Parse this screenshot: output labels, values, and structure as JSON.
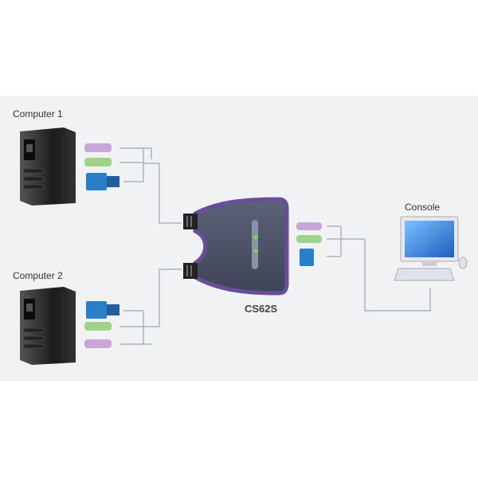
{
  "labels": {
    "computer1": "Computer 1",
    "computer2": "Computer 2",
    "console": "Console",
    "device_model": "CS62S"
  },
  "colors": {
    "band": "#f1f2f4",
    "switch_body": "#4a5268",
    "switch_trim": "#6b4c9a",
    "ps2_purple": "#c9a6d8",
    "ps2_green": "#9fd38a",
    "vga_blue": "#2a7fc8",
    "cable": "#9aa7b8",
    "led": "#6fe04a"
  }
}
